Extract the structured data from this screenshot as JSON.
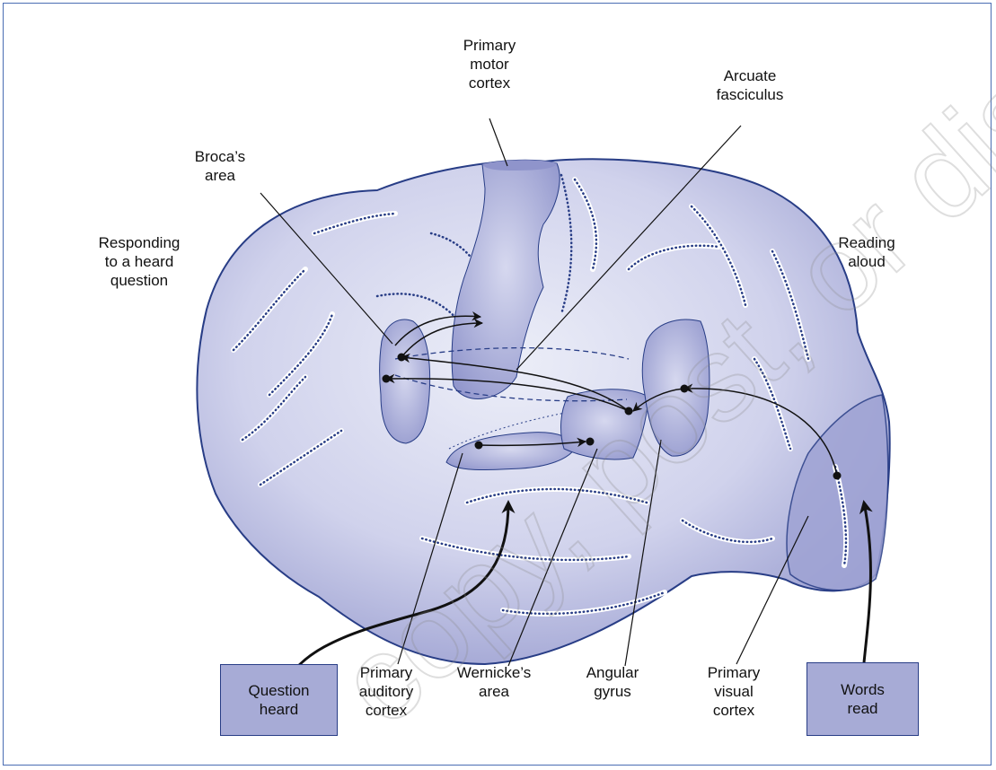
{
  "labels": {
    "primary_motor_cortex": "Primary\nmotor\ncortex",
    "arcuate_fasciculus": "Arcuate\nfasciculus",
    "brocas_area": "Broca’s\narea",
    "responding": "Responding\nto a heard\nquestion",
    "reading_aloud": "Reading\naloud",
    "primary_auditory_cortex": "Primary\nauditory\ncortex",
    "wernickes_area": "Wernicke’s\narea",
    "angular_gyrus": "Angular\ngyrus",
    "primary_visual_cortex": "Primary\nvisual\ncortex"
  },
  "boxes": {
    "question_heard": "Question\nheard",
    "words_read": "Words\nread"
  },
  "watermark": "copy, post, or distribute",
  "colors": {
    "brain_fill": "#c9cbe7",
    "region_fill": "#9ea3d3",
    "outline": "#283d86",
    "frame": "#4a6db3"
  }
}
